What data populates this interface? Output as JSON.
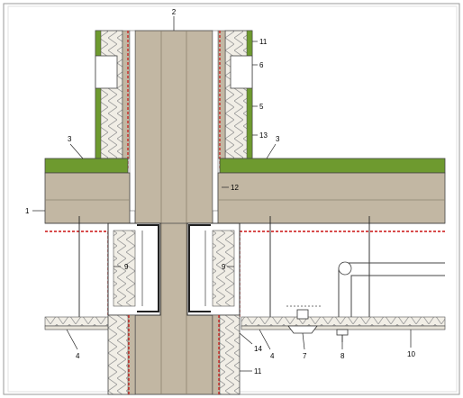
{
  "colors": {
    "concrete": "#c2b7a3",
    "concrete_dark": "#b1a690",
    "roof_green": "#6e9a2f",
    "roof_green_dark": "#55781f",
    "insulation_fill": "#f1eee6",
    "insulation_hatch": "#9a9a9a",
    "vapour_barrier": "#cc1111",
    "linework": "#222222",
    "steel_edge": "#555555",
    "ceiling_board": "#e7e3d8"
  },
  "callouts": [
    {
      "id": "c2",
      "text": "2"
    },
    {
      "id": "c11a",
      "text": "11"
    },
    {
      "id": "c6",
      "text": "6"
    },
    {
      "id": "c5",
      "text": "5"
    },
    {
      "id": "c13",
      "text": "13"
    },
    {
      "id": "c3a",
      "text": "3"
    },
    {
      "id": "c3b",
      "text": "3"
    },
    {
      "id": "c12",
      "text": "12"
    },
    {
      "id": "c1",
      "text": "1"
    },
    {
      "id": "c9a",
      "text": "9"
    },
    {
      "id": "c9b",
      "text": "9"
    },
    {
      "id": "c4a",
      "text": "4"
    },
    {
      "id": "c4b",
      "text": "4"
    },
    {
      "id": "c14",
      "text": "14"
    },
    {
      "id": "c7",
      "text": "7"
    },
    {
      "id": "c8",
      "text": "8"
    },
    {
      "id": "c10",
      "text": "10"
    },
    {
      "id": "c11b",
      "text": "11"
    }
  ]
}
